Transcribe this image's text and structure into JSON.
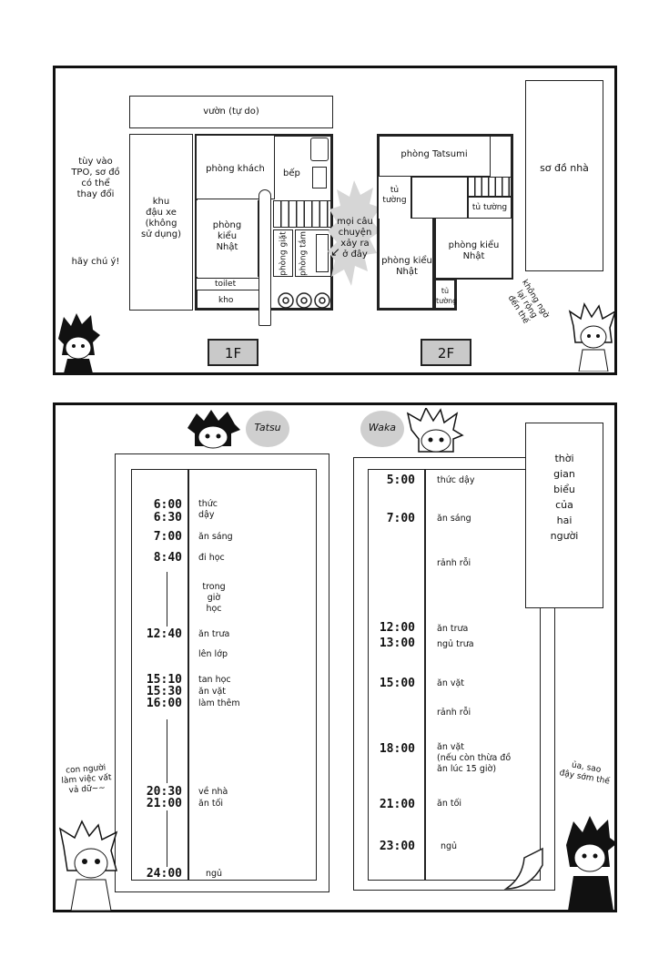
{
  "floorplan": {
    "garden": "vườn (tự do)",
    "parking": "khu\nđậu xe\n(không\nsử dụng)",
    "guest_room": "phòng khách",
    "kitchen": "bếp",
    "japanese_room_1f": "phòng\nkiểu\nNhật",
    "laundry": "phòng giặt",
    "bath": "phòng tắm",
    "toilet": "toilet",
    "storage": "kho",
    "floor1_label": "1F",
    "floor2_label": "2F",
    "tatsumi_room": "phòng Tatsumi",
    "closet_left": "tủ\ntường",
    "closet_right": "tủ tường",
    "closet_bottom": "tủ\ntường",
    "japanese_room_2f_a": "phòng kiểu\nNhật",
    "japanese_room_2f_b": "phòng kiểu\nNhật",
    "story_note": "mọi câu\nchuyện\nxảy ra\nở đây",
    "house_map_title": "sơ đồ nhà",
    "tpo_note": "tùy vào\nTPO, sơ đồ\ncó thể\nthay đổi",
    "attention_note": "hãy chú ý!",
    "not_bad_note": "không ngờ\nlại rộng\nđến thế"
  },
  "schedule": {
    "tatsu_label": "Tatsu",
    "waka_label": "Waka",
    "title": "thời\ngian\nbiểu\ncủa\nhai\nngười",
    "tatsu_items": [
      {
        "time": "6:00\n6:30",
        "act": "thức\ndậy"
      },
      {
        "time": "7:00",
        "act": "ăn sáng"
      },
      {
        "time": "8:40",
        "act": "đi học"
      },
      {
        "time": "",
        "act": "trong\ngiờ học"
      },
      {
        "time": "12:40",
        "act": "ăn trưa"
      },
      {
        "time": "",
        "act": "lên lớp"
      },
      {
        "time": "15:10\n15:30\n16:00",
        "act": "tan học\n ăn vặt\nlàm thêm"
      },
      {
        "time": "20:30\n21:00",
        "act": "về nhà\năn tối"
      },
      {
        "time": "24:00",
        "act": "ngủ"
      }
    ],
    "waka_items": [
      {
        "time": "5:00",
        "act": "thức dậy"
      },
      {
        "time": "7:00",
        "act": "ăn sáng"
      },
      {
        "time": "",
        "act": "rảnh rỗi"
      },
      {
        "time": "12:00\n13:00",
        "act": "ăn trưa\nngủ trưa"
      },
      {
        "time": "15:00",
        "act": "ăn vặt"
      },
      {
        "time": "",
        "act": "rảnh rỗi"
      },
      {
        "time": "18:00",
        "act": "ăn vặt\n(nếu còn thừa đồ\năn lúc 15 giờ)"
      },
      {
        "time": "21:00",
        "act": "ăn tối"
      },
      {
        "time": "23:00",
        "act": "ngủ"
      }
    ],
    "hard_work_note": "con người\nlàm việc vất\nvả dữ~~",
    "early_sleep_note": "ủa, sao\nđậy sớm thế"
  }
}
